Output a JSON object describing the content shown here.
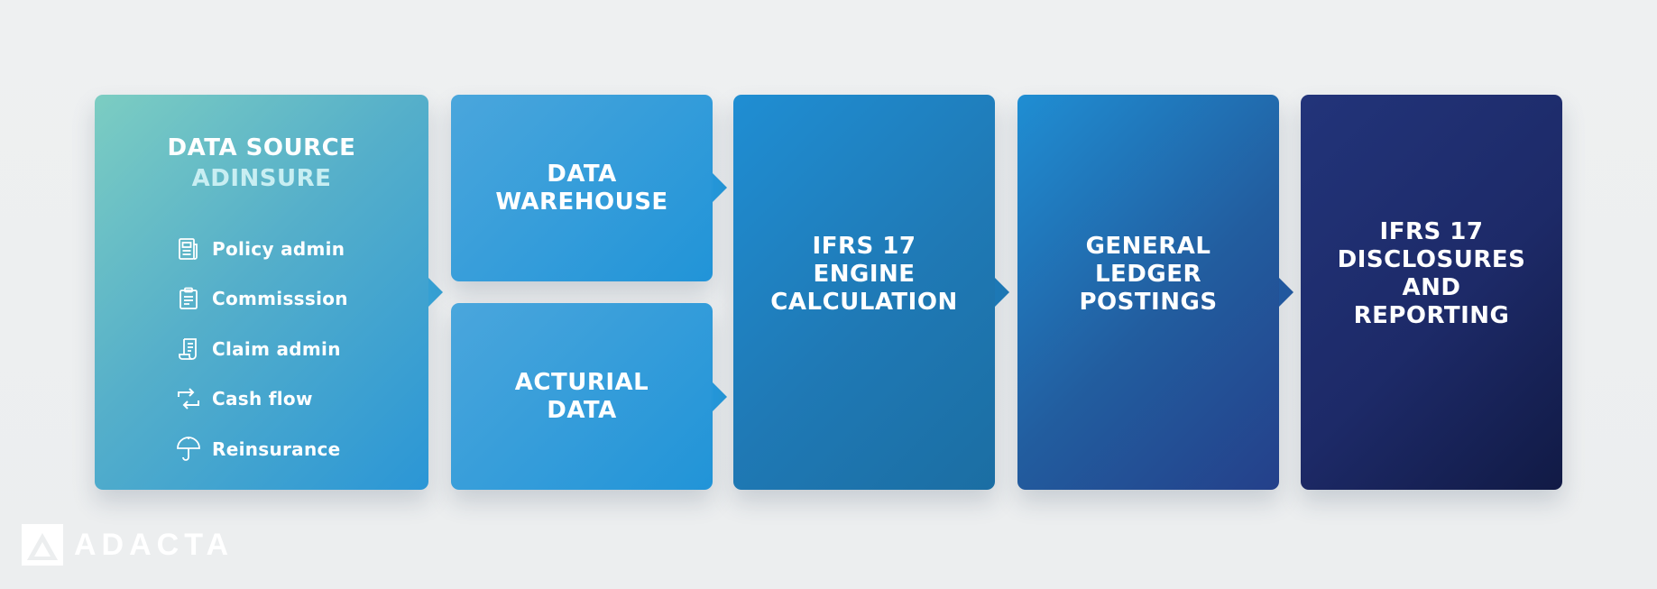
{
  "source": {
    "title": "DATA SOURCE",
    "subtitle": "ADINSURE",
    "items": [
      {
        "label": "Policy admin",
        "icon": "newspaper-icon"
      },
      {
        "label": "Commisssion",
        "icon": "clipboard-icon"
      },
      {
        "label": "Claim admin",
        "icon": "scroll-icon"
      },
      {
        "label": "Cash flow",
        "icon": "repeat-arrows-icon"
      },
      {
        "label": "Reinsurance",
        "icon": "umbrella-icon"
      }
    ]
  },
  "warehouse": {
    "line1": "DATA",
    "line2": "WAREHOUSE"
  },
  "actuarial": {
    "line1": "ACTURIAL",
    "line2": "DATA"
  },
  "engine": {
    "line1": "IFRS 17",
    "line2": "ENGINE",
    "line3": "CALCULATION"
  },
  "ledger": {
    "line1": "GENERAL",
    "line2": "LEDGER",
    "line3": "POSTINGS"
  },
  "disclosures": {
    "line1": "IFRS 17",
    "line2": "DISCLOSURES",
    "line3": "AND",
    "line4": "REPORTING"
  },
  "logo": {
    "text": "ADACTA"
  },
  "colors": {
    "source_start": "#7ccdc2",
    "source_end": "#2b96d6",
    "mid_blue": "#2194d8",
    "engine_blue": "#1b6ea3",
    "ledger_blue": "#24408a",
    "navy": "#111a45"
  }
}
